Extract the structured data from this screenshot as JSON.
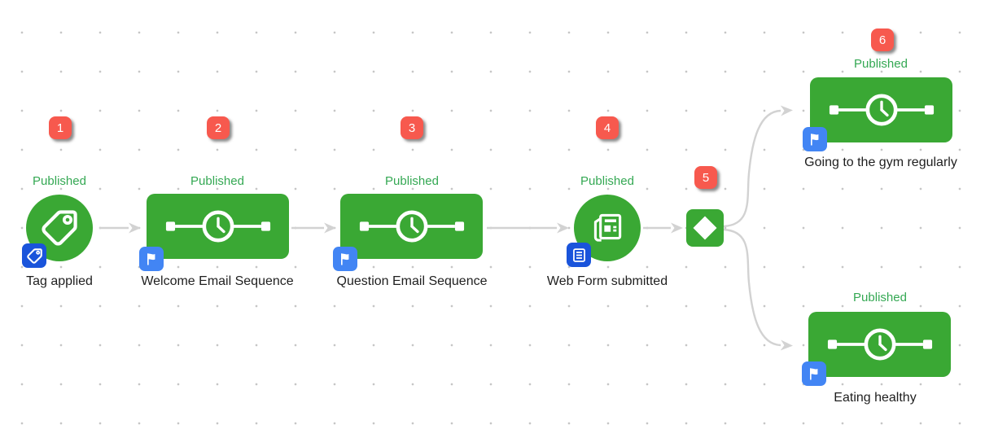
{
  "app": {
    "name": "campaign-builder-canvas"
  },
  "colors": {
    "node_green": "#3aa834",
    "status_green": "#34a853",
    "badge_red": "#f7594e",
    "flag_blue": "#4285f4",
    "deep_blue": "#1a54db",
    "connector_gray": "#d2d2d2",
    "dot_grid_gray": "#c6c6c6",
    "label_text": "#1f1f1f"
  },
  "nodes": [
    {
      "badge": "1",
      "status": "Published",
      "label": "Tag applied",
      "type": "tag-applied-trigger"
    },
    {
      "badge": "2",
      "status": "Published",
      "label": "Welcome Email Sequence",
      "type": "sequence"
    },
    {
      "badge": "3",
      "status": "Published",
      "label": "Question Email Sequence",
      "type": "sequence"
    },
    {
      "badge": "4",
      "status": "Published",
      "label": "Web Form submitted",
      "type": "web-form-trigger"
    },
    {
      "badge": "5",
      "type": "decision"
    },
    {
      "badge": "6",
      "status": "Published",
      "label": "Going to the gym regularly",
      "type": "sequence"
    },
    {
      "status": "Published",
      "label": "Eating healthy",
      "type": "sequence"
    }
  ],
  "edges": [
    {
      "from": "Tag applied",
      "to": "Welcome Email Sequence"
    },
    {
      "from": "Welcome Email Sequence",
      "to": "Question Email Sequence"
    },
    {
      "from": "Question Email Sequence",
      "to": "Web Form submitted"
    },
    {
      "from": "Web Form submitted",
      "to": "decision"
    },
    {
      "from": "decision",
      "to": "Going to the gym regularly"
    },
    {
      "from": "decision",
      "to": "Eating healthy"
    }
  ]
}
